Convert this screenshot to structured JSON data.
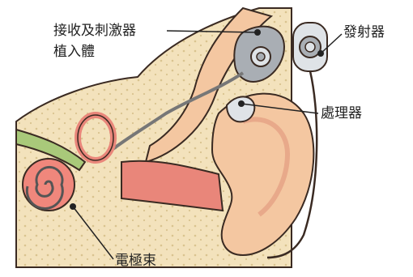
{
  "labels": {
    "receiver_stimulator_line1": "接收及刺激器",
    "receiver_stimulator_line2": "植入體",
    "transmitter": "發射器",
    "processor": "處理器",
    "electrode_array": "電極束"
  },
  "colors": {
    "skin": "#f4c7a1",
    "skin_dark": "#e8a98a",
    "ear_inner": "#e9867a",
    "bone": "#f3e2bc",
    "bone_dots": "#d9c38f",
    "cochlea": "#f0877c",
    "nerve": "#a9c97a",
    "device_gray": "#a9aeb4",
    "device_light": "#dfe3e7",
    "outline": "#3a2a22"
  }
}
